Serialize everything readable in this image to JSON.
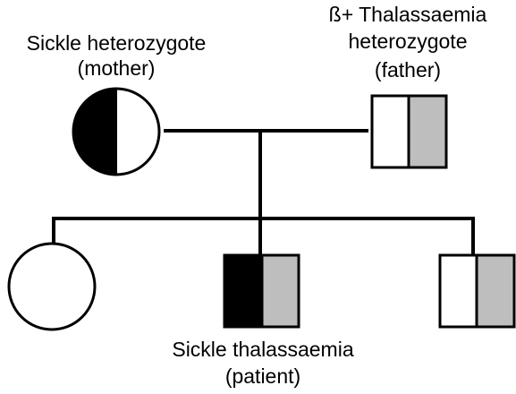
{
  "mother": {
    "line1": "Sickle heterozygote",
    "line2": "(mother)"
  },
  "father": {
    "line1": "ß+ Thalassaemia",
    "line2": "heterozygote",
    "line3": "(father)"
  },
  "patient": {
    "line1": "Sickle thalassaemia",
    "line2": "(patient)"
  },
  "colors": {
    "sickle_allele": "#000000",
    "thal_allele": "#bebebe",
    "normal": "#ffffff",
    "stroke": "#000000"
  }
}
